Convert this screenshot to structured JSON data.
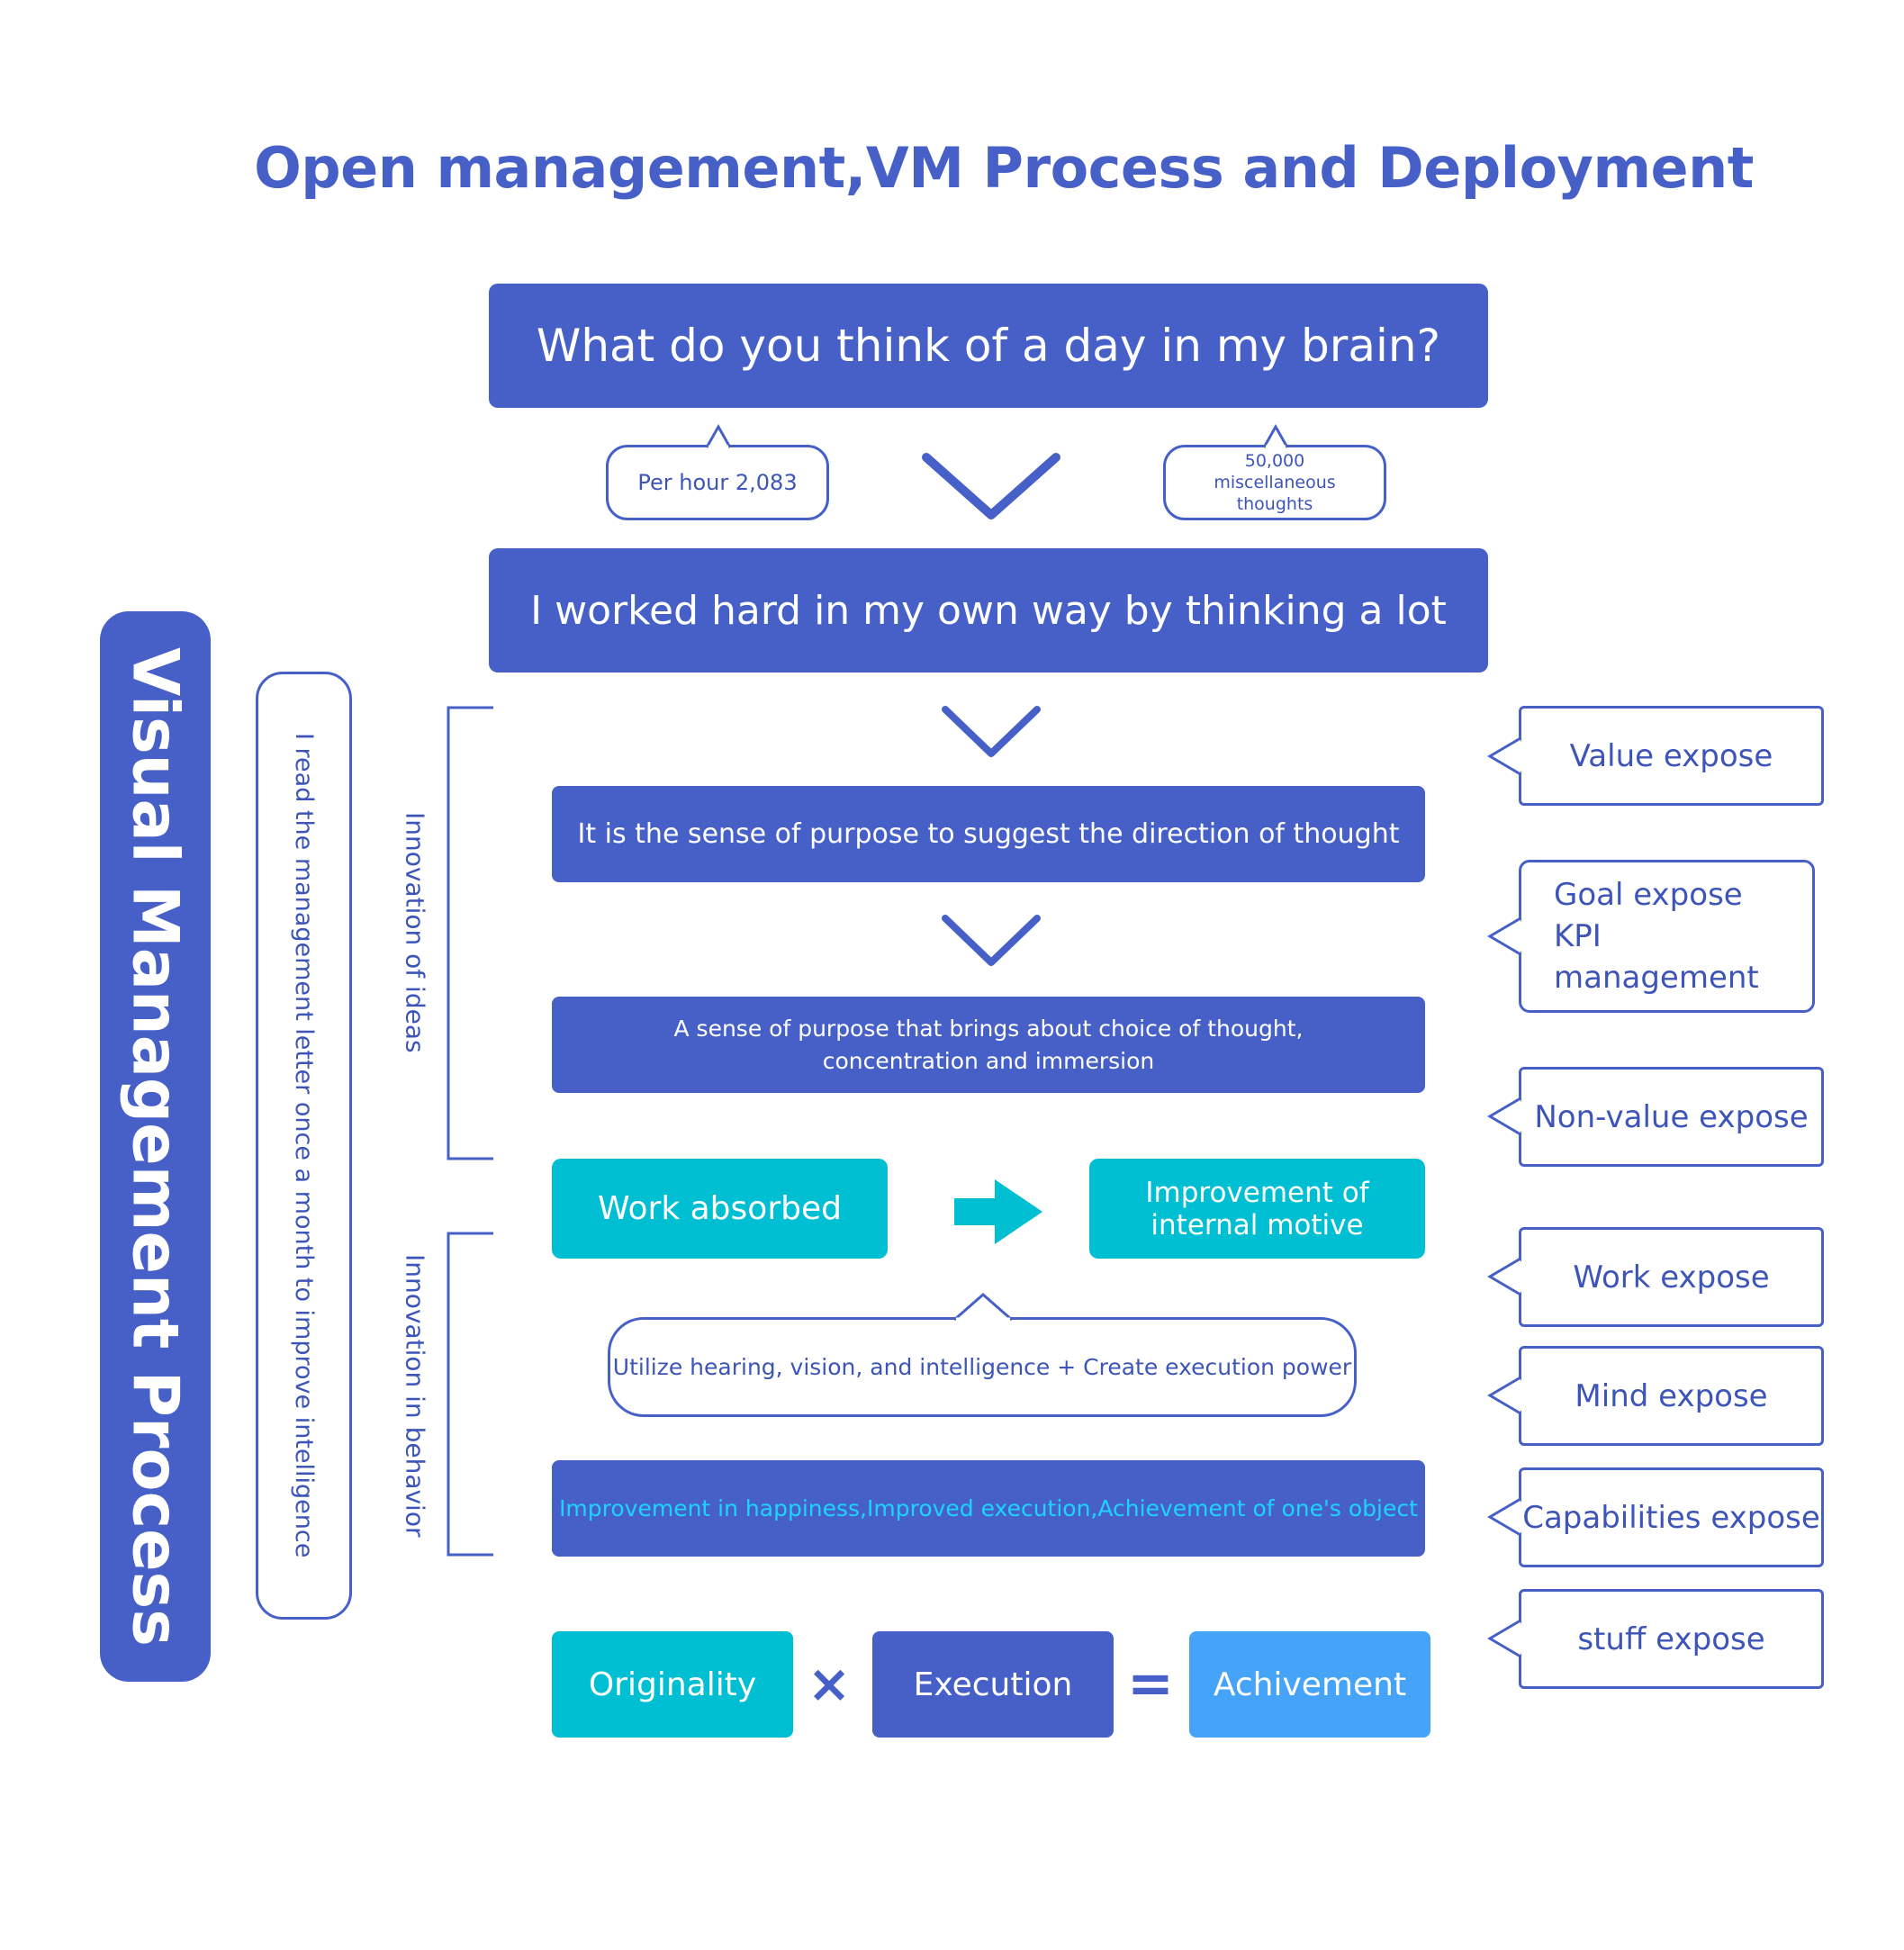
{
  "title": "Open management,VM Process and Deployment",
  "question": "What do you think of a day in my brain?",
  "bubble_left": "Per hour 2,083",
  "bubble_right": "50,000 miscellaneous thoughts",
  "worked_hard": "I worked hard in my own way by thinking a lot",
  "purpose_direction": "It is the sense of purpose to suggest the direction of thought",
  "purpose_choice_line1": "A sense of purpose that brings about choice of thought,",
  "purpose_choice_line2": "concentration and immersion",
  "work_absorbed": "Work absorbed",
  "internal_motive_line1": "Improvement of",
  "internal_motive_line2": "internal motive",
  "utilize": "Utilize hearing, vision, and intelligence + Create execution power",
  "improvement": "Improvement in happiness,Improved execution,Achievement of one's object",
  "equation": {
    "originality": "Originality",
    "times": "×",
    "execution": "Execution",
    "equals": "=",
    "achievement": "Achivement"
  },
  "side_title": "Visual Management  Process",
  "letter": "I read the management letter once a month to improve intelligence",
  "innovation_ideas": "Innovation of ideas",
  "innovation_behavior": "Innovation in behavior",
  "expose": {
    "value": "Value expose",
    "goal_line1": "Goal expose",
    "goal_line2": "KPI management",
    "non_value": "Non-value expose",
    "work": "Work expose",
    "mind": "Mind expose",
    "capabilities": "Capabilities expose",
    "stuff": "stuff expose"
  },
  "colors": {
    "primary": "#4660c8",
    "teal": "#00bfd3",
    "sky": "#45a3f8",
    "text_blue": "#3d55b8",
    "cyan_text": "#1ed4ff"
  }
}
